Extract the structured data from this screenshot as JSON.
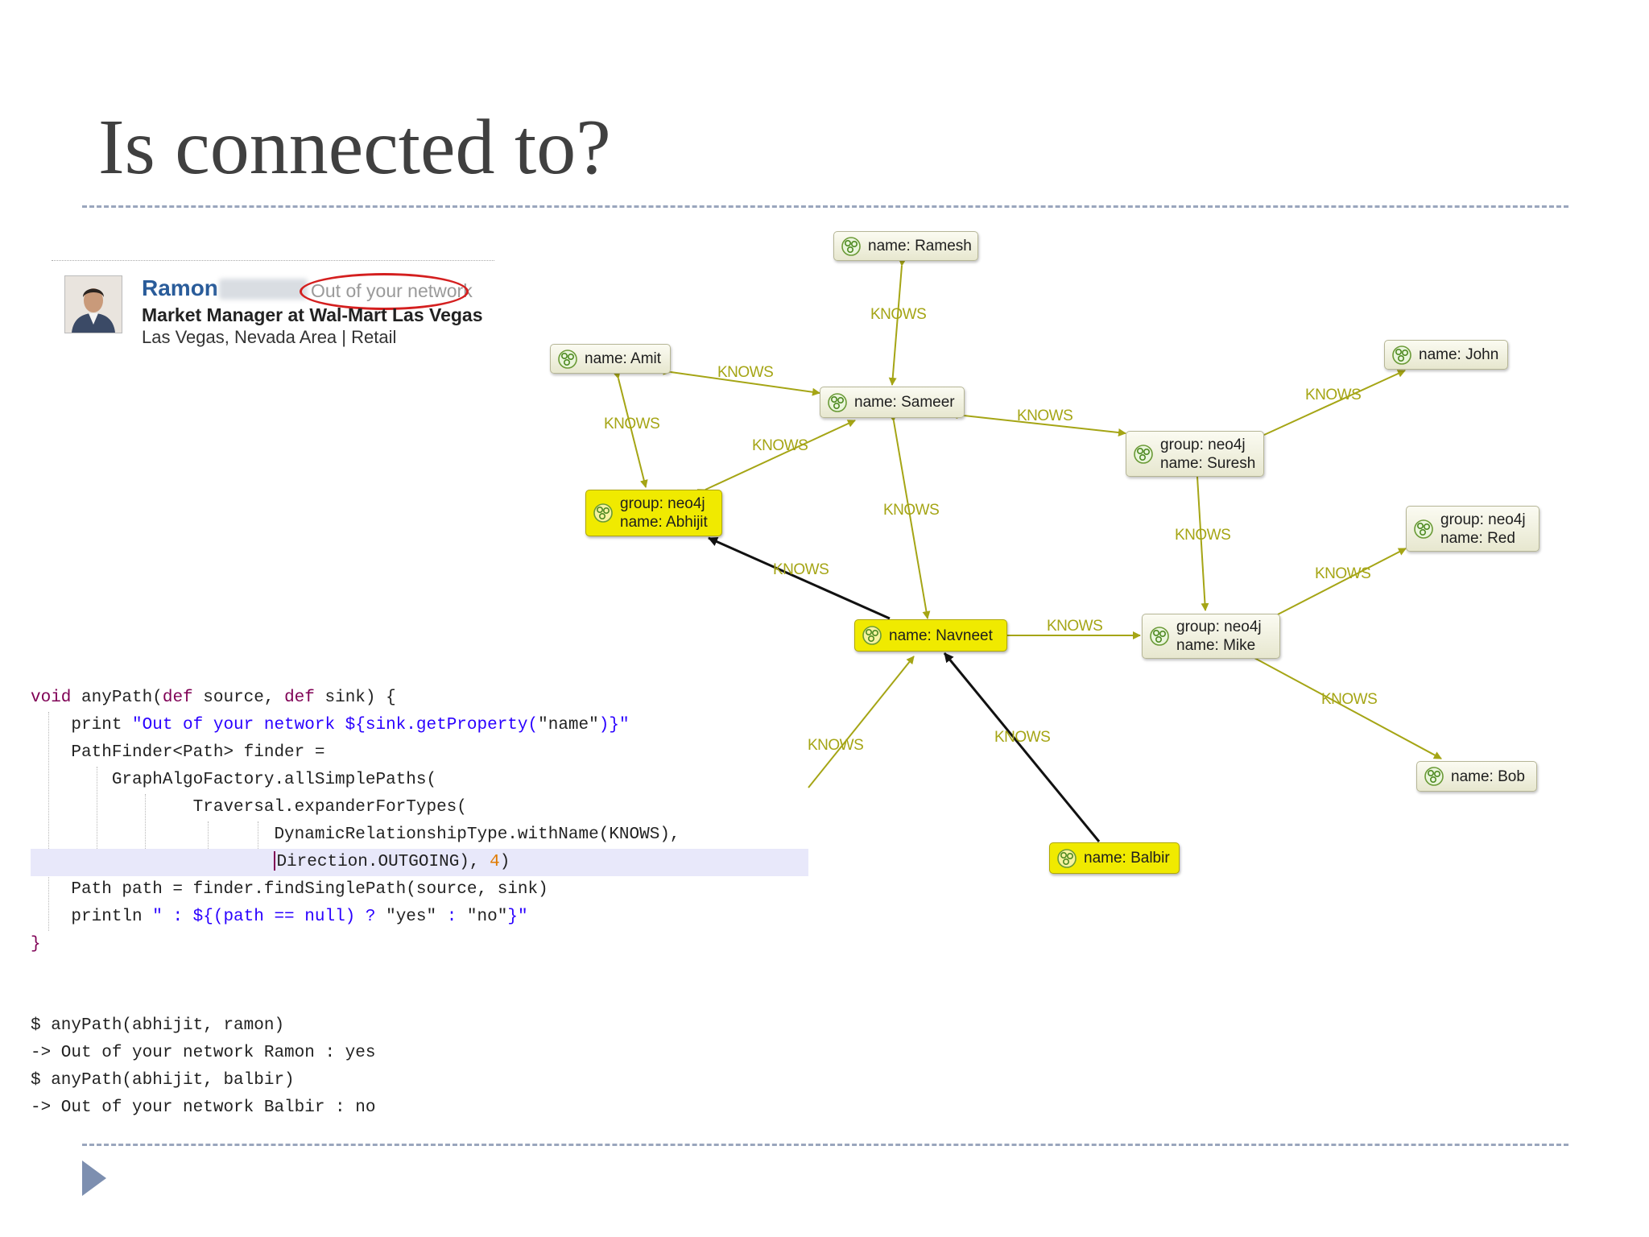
{
  "slide": {
    "title": "Is connected to?"
  },
  "profile": {
    "first_name": "Ramon",
    "network_status": "Out of your network",
    "role": "Market Manager at Wal-Mart Las Vegas",
    "location": "Las Vegas, Nevada Area | Retail"
  },
  "graph": {
    "edge_label": "KNOWS",
    "nodes": {
      "ramesh": [
        "name: Ramesh"
      ],
      "amit": [
        "name: Amit"
      ],
      "sameer": [
        "name: Sameer"
      ],
      "john": [
        "name: John"
      ],
      "suresh": [
        "group: neo4j",
        "name: Suresh"
      ],
      "abhijit": [
        "group: neo4j",
        "name: Abhijit"
      ],
      "red": [
        "group: neo4j",
        "name: Red"
      ],
      "navneet": [
        "name: Navneet"
      ],
      "mike": [
        "group: neo4j",
        "name: Mike"
      ],
      "bob": [
        "name: Bob"
      ],
      "balbir": [
        "name: Balbir"
      ]
    },
    "colors": {
      "highlight": "#f0ea00",
      "edge": "#a5a515",
      "path_edge": "#111111",
      "node_fill": "#f2f2e0"
    }
  },
  "code": {
    "lines": [
      "void anyPath(def source, def sink) {",
      "    print \"Out of your network ${sink.getProperty(\"name\")}\"",
      "    PathFinder<Path> finder =",
      "        GraphAlgoFactory.allSimplePaths(",
      "                Traversal.expanderForTypes(",
      "                        DynamicRelationshipType.withName(KNOWS),",
      "                        Direction.OUTGOING), 4)",
      "    Path path = finder.findSinglePath(source, sink)",
      "    println \" : ${(path == null) ? \"yes\" : \"no\"}\"",
      "}"
    ]
  },
  "output": {
    "lines": [
      "$ anyPath(abhijit, ramon)",
      "-> Out of your network Ramon : yes",
      "$ anyPath(abhijit, balbir)",
      "-> Out of your network Balbir : no"
    ]
  }
}
